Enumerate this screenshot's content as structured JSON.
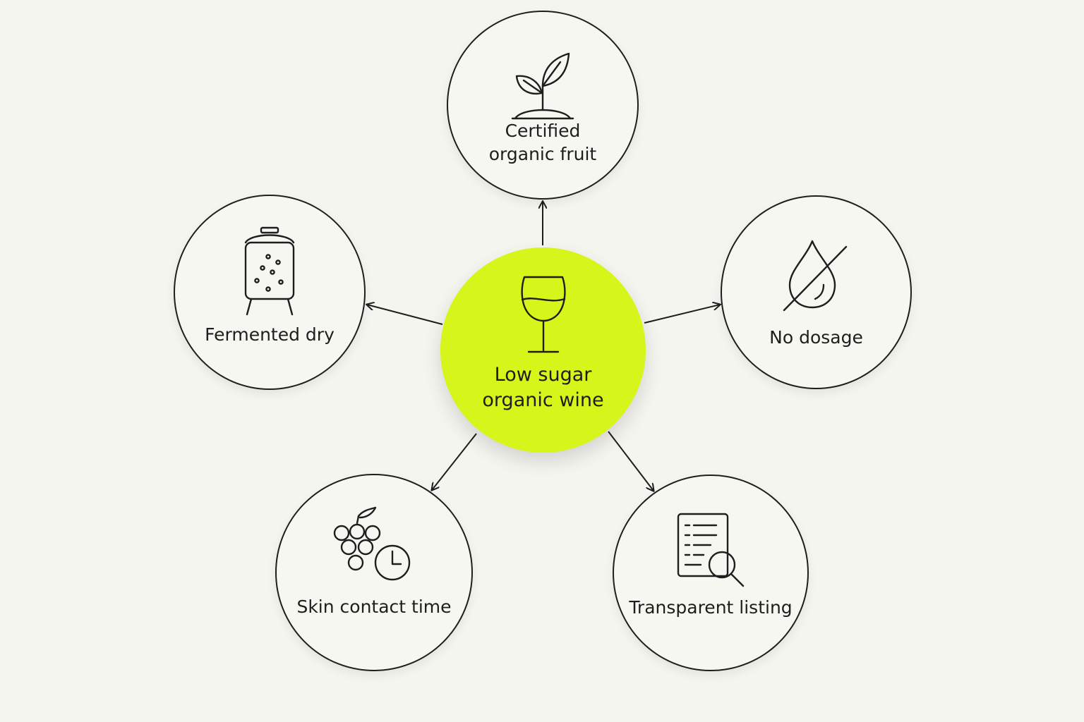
{
  "diagram": {
    "center": {
      "label": "Low sugar\norganic wine",
      "icon": "wine-glass-icon",
      "color": "#d6f51a"
    },
    "nodes": [
      {
        "id": "top",
        "label": "Certified\norganic fruit",
        "icon": "sprout-icon"
      },
      {
        "id": "left",
        "label": "Fermented dry",
        "icon": "fermentation-tank-icon"
      },
      {
        "id": "right",
        "label": "No dosage",
        "icon": "no-drop-icon"
      },
      {
        "id": "bottom-left",
        "label": "Skin contact time",
        "icon": "grapes-clock-icon"
      },
      {
        "id": "bottom-right",
        "label": "Transparent listing",
        "icon": "document-search-icon"
      }
    ],
    "edges": [
      {
        "from": "center",
        "to": "top"
      },
      {
        "from": "center",
        "to": "left"
      },
      {
        "from": "center",
        "to": "right"
      },
      {
        "from": "center",
        "to": "bottom-left"
      },
      {
        "from": "center",
        "to": "bottom-right"
      }
    ]
  }
}
